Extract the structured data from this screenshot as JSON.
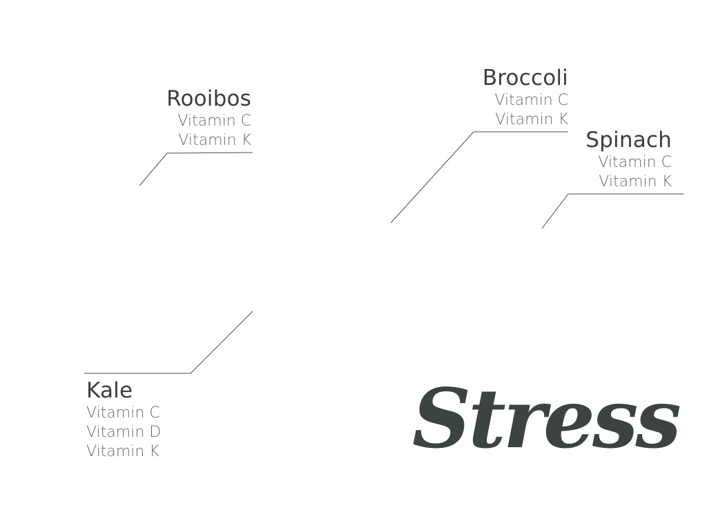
{
  "items": [
    {
      "name": "Rooibos",
      "vitamins": [
        "Vitamin C",
        "Vitamin K"
      ]
    },
    {
      "name": "Broccoli",
      "vitamins": [
        "Vitamin C",
        "Vitamin K"
      ]
    },
    {
      "name": "Spinach",
      "vitamins": [
        "Vitamin C",
        "Vitamin K"
      ]
    },
    {
      "name": "Kale",
      "vitamins": [
        "Vitamin C",
        "Vitamin D",
        "Vitamin K"
      ]
    }
  ],
  "title": "Stress",
  "colors": {
    "text": "#3d3d3d",
    "subtext": "#6a6a6a",
    "line": "#4a4a4a",
    "title": "#3b443e"
  }
}
